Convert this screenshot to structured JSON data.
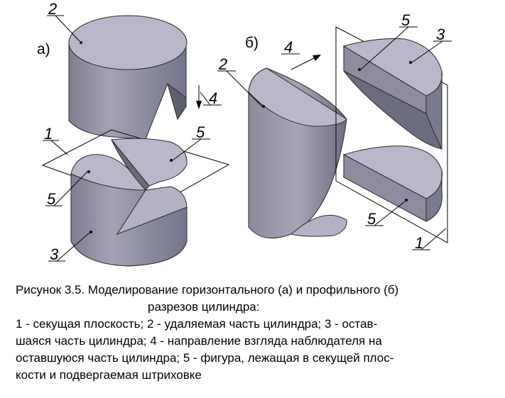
{
  "labels": {
    "part_a": "а)",
    "part_b": "б)",
    "n1": "1",
    "n2": "2",
    "n3": "3",
    "n4": "4",
    "n5": "5"
  },
  "caption": {
    "title": "Рисунок 3.5. Моделирование горизонтального (а) и профильного (б)",
    "title_cont": "разрезов цилиндра:",
    "line1": "1 - секущая плоскость; 2 - удаляемая часть цилиндра; 3 - остав-",
    "line2": "шаяся часть цилиндра; 4 - направление взгляда наблюдателя на",
    "line3": "оставшуюся часть цилиндра; 5 - фигура, лежащая в секущей плос-",
    "line4": "кости и подвергаемая штриховке"
  },
  "colors": {
    "top_face": "#b7b7c8",
    "side_light": "#9d9daf",
    "side_dark": "#6f6f82"
  }
}
